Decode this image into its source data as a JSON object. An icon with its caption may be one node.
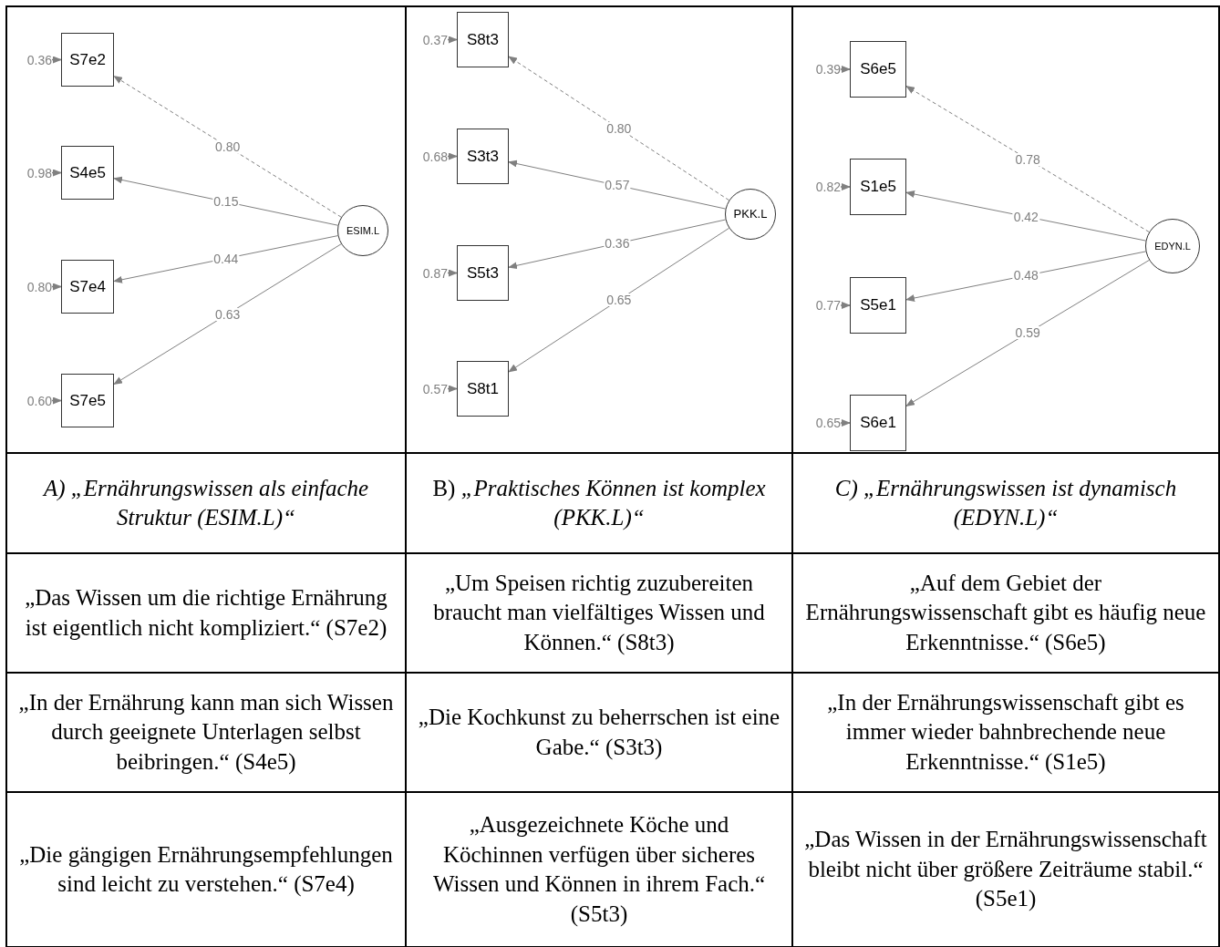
{
  "diagram": {
    "nodes": [
      {
        "text": [
          "S7e2"
        ]
      },
      {
        "text": [
          "S4e5"
        ]
      },
      {
        "text": [
          "S7e4"
        ]
      },
      {
        "text": [
          "S7e5"
        ]
      },
      {
        "text": [
          "ESIM.L"
        ]
      },
      {
        "text": [
          "0.36"
        ]
      },
      {
        "text": [
          "0.98"
        ]
      },
      {
        "text": [
          "0.80"
        ]
      },
      {
        "text": [
          "0.60"
        ]
      },
      {
        "text": [
          "S8t3"
        ]
      },
      {
        "text": [
          "S3t3"
        ]
      },
      {
        "text": [
          "S5t3"
        ]
      },
      {
        "text": [
          "S8t1"
        ]
      },
      {
        "text": [
          "PKK.L"
        ]
      },
      {
        "text": [
          "0.37"
        ]
      },
      {
        "text": [
          "0.68"
        ]
      },
      {
        "text": [
          "0.87"
        ]
      },
      {
        "text": [
          "0.57"
        ]
      },
      {
        "text": [
          "S6e5"
        ]
      },
      {
        "text": [
          "S1e5"
        ]
      },
      {
        "text": [
          "S5e1"
        ]
      },
      {
        "text": [
          "S6e1"
        ]
      },
      {
        "text": [
          "EDYN.L"
        ]
      },
      {
        "text": [
          "0.39"
        ]
      },
      {
        "text": [
          "0.82"
        ]
      },
      {
        "text": [
          "0.77"
        ]
      },
      {
        "text": [
          "0.65"
        ]
      }
    ],
    "edges": [
      {
        "from": 4,
        "to": 0,
        "arrow": "to",
        "label": "0.80",
        "style": "dashed"
      },
      {
        "from": 4,
        "to": 1,
        "arrow": "to",
        "label": "0.15"
      },
      {
        "from": 4,
        "to": 2,
        "arrow": "to",
        "label": "0.44"
      },
      {
        "from": 4,
        "to": 3,
        "arrow": "to",
        "label": "0.63"
      },
      {
        "from": 5,
        "to": 0,
        "arrow": "to"
      },
      {
        "from": 6,
        "to": 1,
        "arrow": "to"
      },
      {
        "from": 7,
        "to": 2,
        "arrow": "to"
      },
      {
        "from": 8,
        "to": 3,
        "arrow": "to"
      },
      {
        "from": 13,
        "to": 9,
        "arrow": "to",
        "label": "0.80",
        "style": "dashed"
      },
      {
        "from": 13,
        "to": 10,
        "arrow": "to",
        "label": "0.57"
      },
      {
        "from": 13,
        "to": 11,
        "arrow": "to",
        "label": "0.36"
      },
      {
        "from": 13,
        "to": 12,
        "arrow": "to",
        "label": "0.65"
      },
      {
        "from": 14,
        "to": 9,
        "arrow": "to"
      },
      {
        "from": 15,
        "to": 10,
        "arrow": "to"
      },
      {
        "from": 16,
        "to": 11,
        "arrow": "to"
      },
      {
        "from": 17,
        "to": 12,
        "arrow": "to"
      },
      {
        "from": 22,
        "to": 18,
        "arrow": "to",
        "label": "0.78",
        "style": "dashed"
      },
      {
        "from": 22,
        "to": 19,
        "arrow": "to",
        "label": "0.42"
      },
      {
        "from": 22,
        "to": 20,
        "arrow": "to",
        "label": "0.48"
      },
      {
        "from": 22,
        "to": 21,
        "arrow": "to",
        "label": "0.59"
      },
      {
        "from": 23,
        "to": 18,
        "arrow": "to"
      },
      {
        "from": 24,
        "to": 19,
        "arrow": "to"
      },
      {
        "from": 25,
        "to": 20,
        "arrow": "to"
      },
      {
        "from": 26,
        "to": 21,
        "arrow": "to"
      }
    ],
    "labels": [
      "A) „Ernährungswissen als einfache Struktur (ESIM.L)“",
      "B) *„Praktisches Können ist komplex (PKK.L)“*",
      "C) „Ernährungswissen ist dynamisch (EDYN.L)“",
      "„Das Wissen um die richtige Ernährung ist eigentlich nicht kompliziert.“ (S7e2)",
      "„Um Speisen richtig zuzubereiten braucht man vielfältiges Wissen und Können.“ (S8t3)",
      "„Auf dem Gebiet der Ernährungswissenschaft gibt es häufig neue Erkenntnisse.“ (S6e5)",
      "„In der Ernährung kann man sich Wissen durch geeignete Unterlagen selbst beibringen.“ (S4e5)",
      "„Die Kochkunst zu beherrschen ist eine Gabe.“ (S3t3)",
      "„In der Ernährungswissenschaft gibt es immer wieder bahnbrechende neue Erkenntnisse.“ (S1e5)",
      "„Die gängigen Ernährungsempfehlungen sind leicht zu verstehen.“ (S7e4)",
      "„Ausgezeichnete Köche und Köchinnen verfügen über sicheres Wissen und Können in ihrem Fach.“ (S5t3)",
      "„Das Wissen in der Ernährungswissenschaft bleibt nicht über größere Zeiträume stabil.“ (S5e1)"
    ]
  }
}
